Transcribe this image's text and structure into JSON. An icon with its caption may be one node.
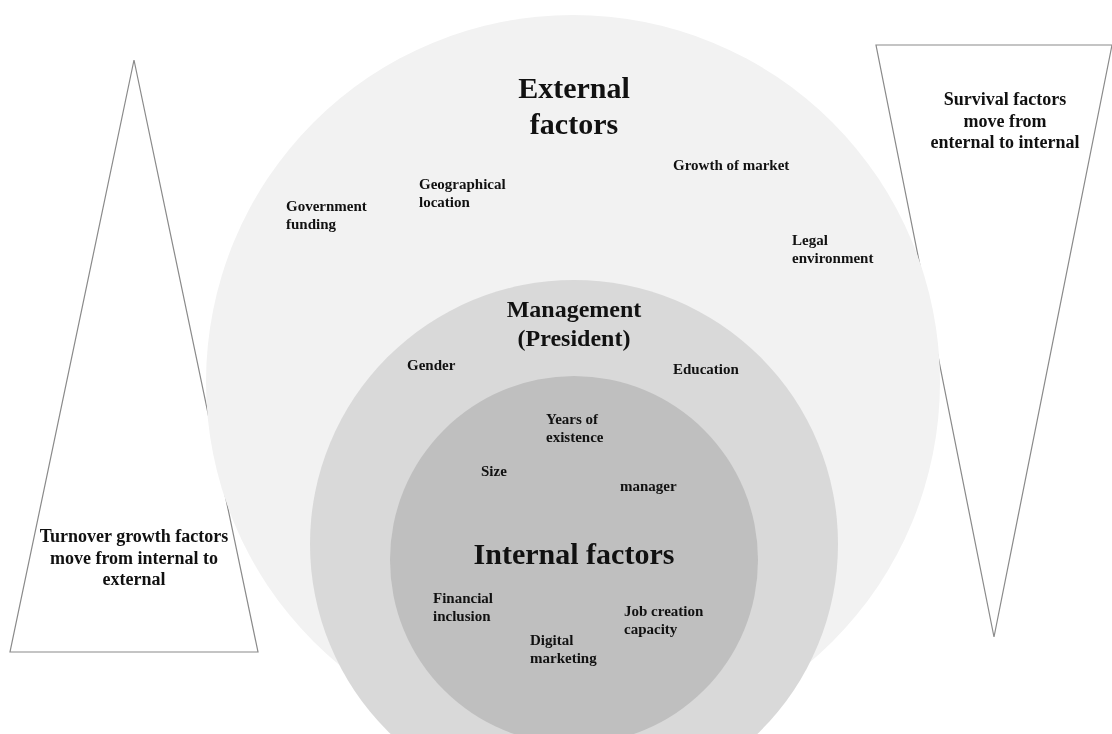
{
  "diagram": {
    "nodes": [
      {
        "text": [
          "Turnover growth factors move from internal to external"
        ]
      },
      {
        "text": [
          "Survival factors move from enternal to internal"
        ]
      },
      {
        "text": [
          "External factors",
          "Government funding",
          "Geographical location",
          "Growth of market",
          "Legal environment"
        ]
      },
      {
        "text": [
          "Management (President)",
          "Gender",
          "Education"
        ],
        "in": 2
      },
      {
        "text": [
          "Years of existence",
          "Size",
          "manager",
          "Internal factors",
          "Financial inclusion",
          "Job creation capacity",
          "Digital marketing"
        ],
        "in": 3
      }
    ]
  }
}
